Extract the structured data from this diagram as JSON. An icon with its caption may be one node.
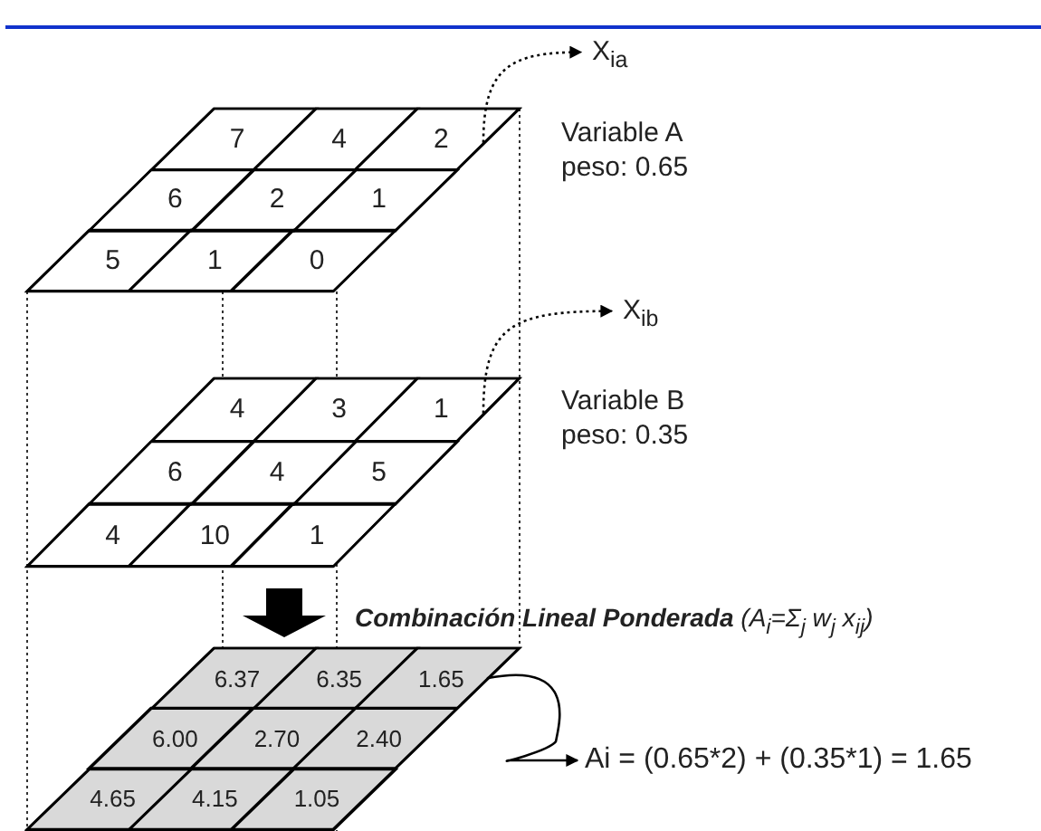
{
  "diagram": {
    "nodes": [
      {
        "text": [
          "X$_{ia}$"
        ]
      },
      {
        "text": [],
        "shape": "parallelogram",
        "beside": [
          "Variable A peso: 0.65"
        ]
      },
      {
        "text": [
          "7"
        ],
        "in": 1
      },
      {
        "text": [
          "4"
        ],
        "in": 1
      },
      {
        "text": [
          "2"
        ],
        "in": 1
      },
      {
        "text": [
          "6"
        ],
        "in": 1
      },
      {
        "text": [
          "2"
        ],
        "in": 1
      },
      {
        "text": [
          "1"
        ],
        "in": 1
      },
      {
        "text": [
          "5"
        ],
        "in": 1
      },
      {
        "text": [
          "1"
        ],
        "in": 1
      },
      {
        "text": [
          "0"
        ],
        "in": 1
      },
      {
        "text": [
          "X$_{ib}$"
        ]
      },
      {
        "text": [],
        "shape": "parallelogram",
        "beside": [
          "Variable B peso: 0.35"
        ]
      },
      {
        "text": [
          "4"
        ],
        "in": 12
      },
      {
        "text": [
          "3"
        ],
        "in": 12
      },
      {
        "text": [
          "1"
        ],
        "in": 12
      },
      {
        "text": [
          "6"
        ],
        "in": 12
      },
      {
        "text": [
          "4"
        ],
        "in": 12
      },
      {
        "text": [
          "5"
        ],
        "in": 12
      },
      {
        "text": [
          "4"
        ],
        "in": 12
      },
      {
        "text": [
          "10"
        ],
        "in": 12
      },
      {
        "text": [
          "1"
        ],
        "in": 12
      },
      {
        "text": [],
        "shape": "parallelogram"
      },
      {
        "text": [
          "6.37"
        ],
        "in": 22
      },
      {
        "text": [
          "6.35"
        ],
        "in": 22
      },
      {
        "text": [
          "1.65"
        ],
        "in": 22
      },
      {
        "text": [
          "6.00"
        ],
        "in": 22
      },
      {
        "text": [
          "2.70"
        ],
        "in": 22
      },
      {
        "text": [
          "2.40"
        ],
        "in": 22
      },
      {
        "text": [
          "4.65"
        ],
        "in": 22
      },
      {
        "text": [
          "4.15"
        ],
        "in": 22
      },
      {
        "text": [
          "1.05"
        ],
        "in": 22
      },
      {
        "text": [
          "Ai = (0.65*2) + (0.35*1) = 1.65"
        ]
      }
    ],
    "edges": [
      {
        "from": 4,
        "to": 0,
        "arrow": "to",
        "style": "dashed"
      },
      {
        "from": 15,
        "to": 11,
        "arrow": "to",
        "style": "dashed"
      },
      {
        "from": 12,
        "to": 22,
        "arrow": "to",
        "style": "thick"
      },
      {
        "from": 25,
        "to": 32,
        "arrow": "to"
      }
    ],
    "labels": [
      "**Combinación Lineal Ponderada** (A$_{i}$=Σ$_{j}$ w$_{j}$ x$_{ij}$)"
    ]
  }
}
